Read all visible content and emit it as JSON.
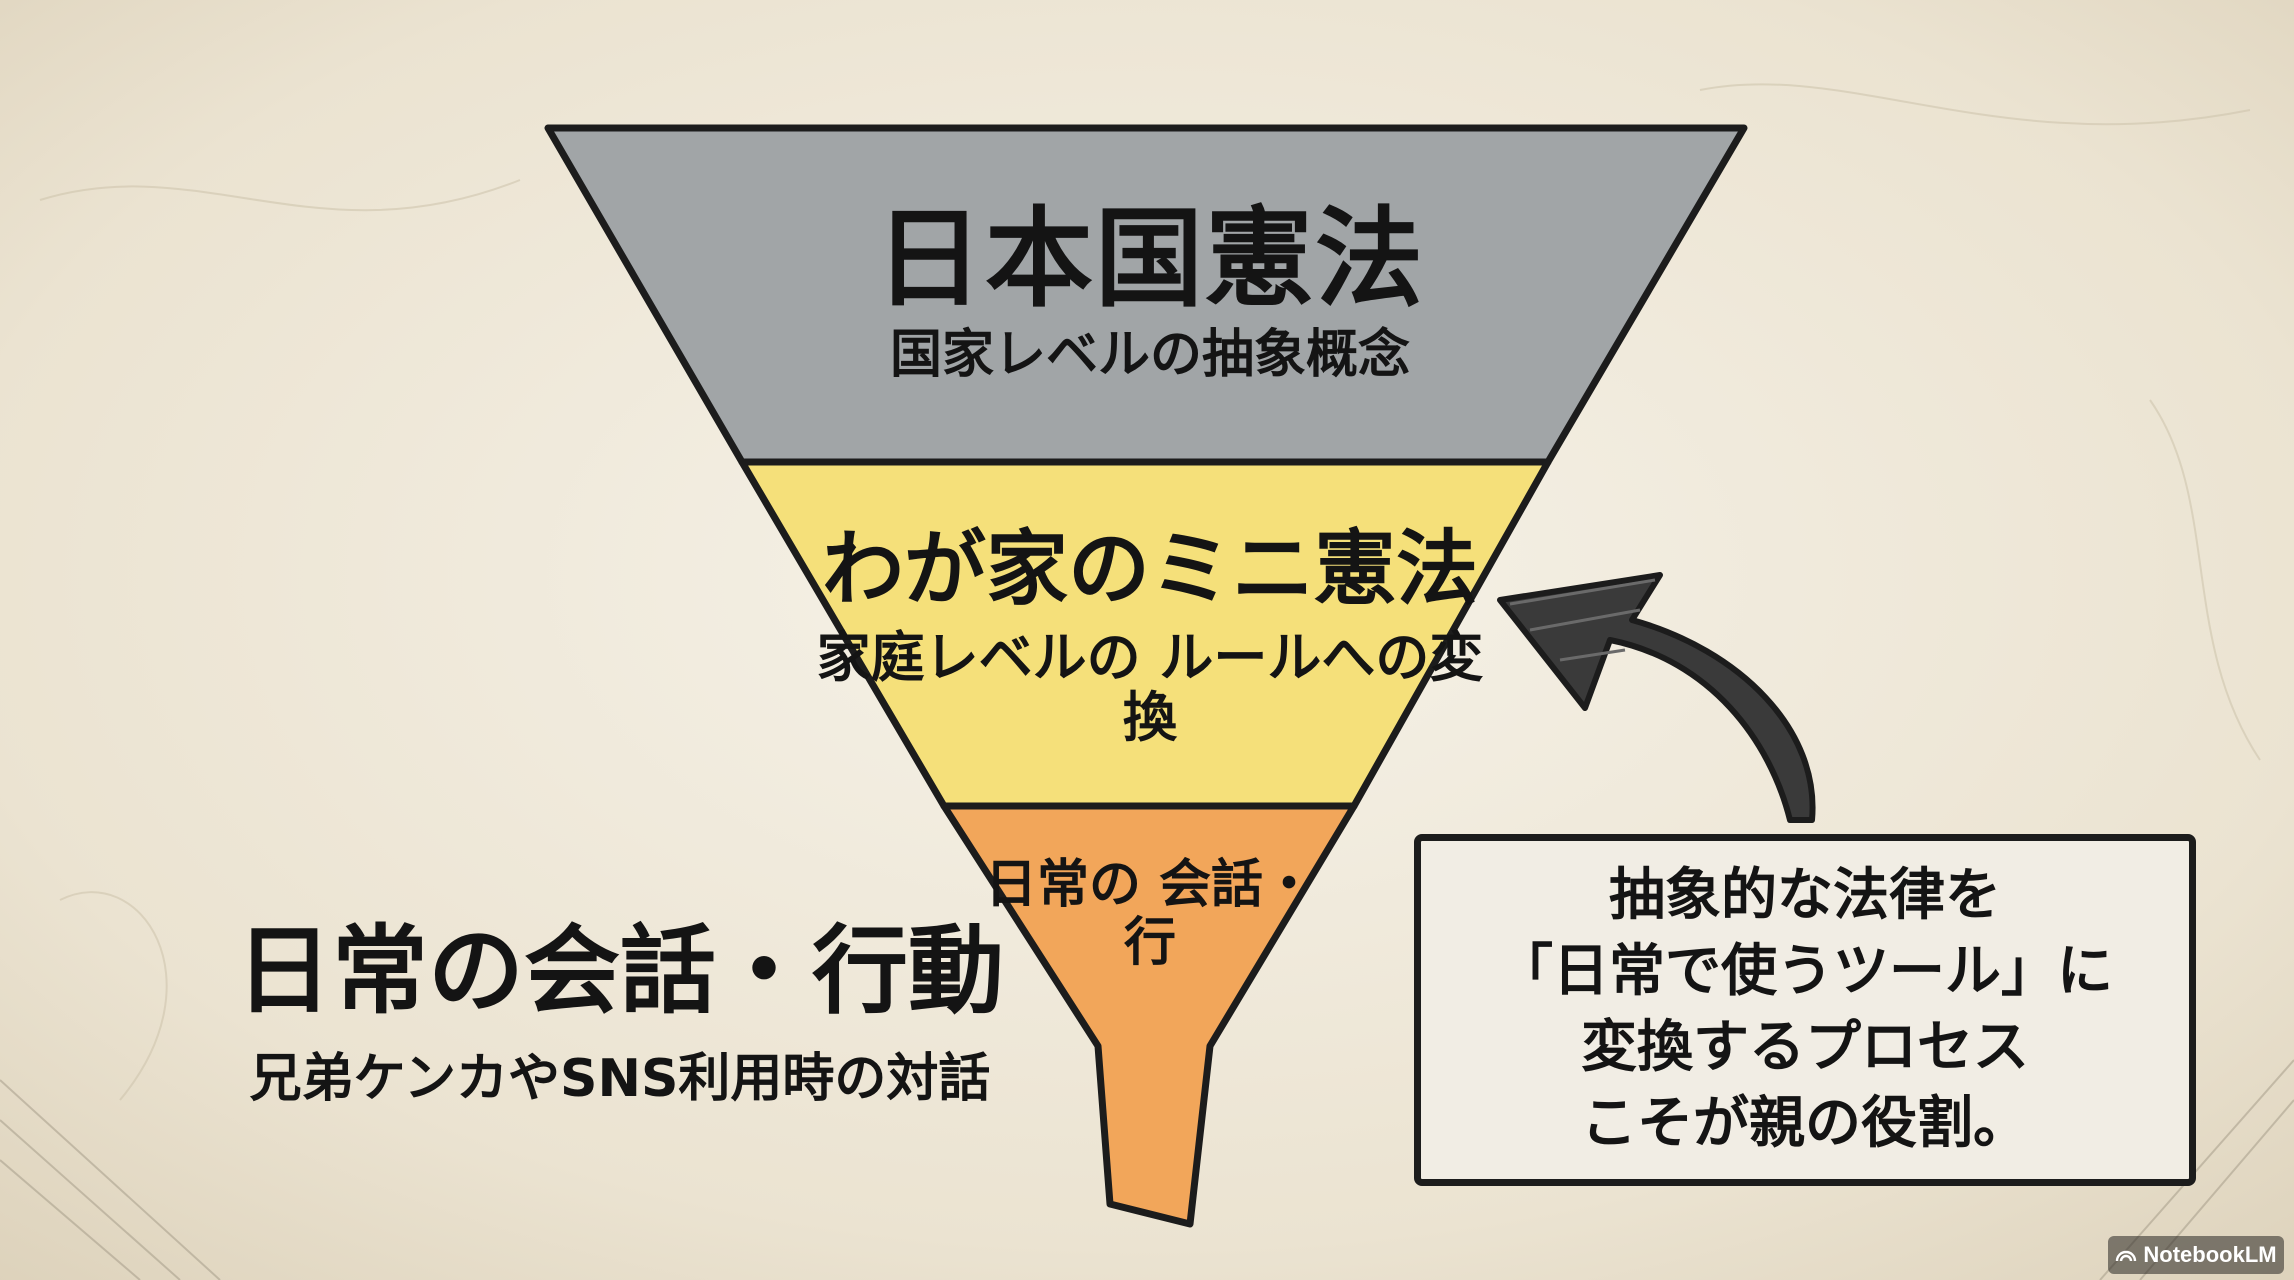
{
  "funnel": {
    "levels": [
      {
        "title": "日本国憲法",
        "subtitle": "国家レベルの抽象概念",
        "color": "#a1a5a7"
      },
      {
        "title": "わが家のミニ憲法",
        "subtitle": "家庭レベルの ルールへの変換",
        "color": "#f5e07a"
      },
      {
        "title": "日常の 会話・行",
        "color": "#f2a65a"
      }
    ]
  },
  "side_label": {
    "title": "日常の会話・行動",
    "subtitle": "兄弟ケンカやSNS利用時の対話"
  },
  "callout": {
    "text": "抽象的な法律を\n「日常で使うツール」に\n変換するプロセス\nこそが親の役割。"
  },
  "watermark": {
    "label": "NotebookLM"
  },
  "colors": {
    "outline": "#1c1c1c",
    "paper": "#efe8d8",
    "arrow": "#3a3a3a"
  }
}
